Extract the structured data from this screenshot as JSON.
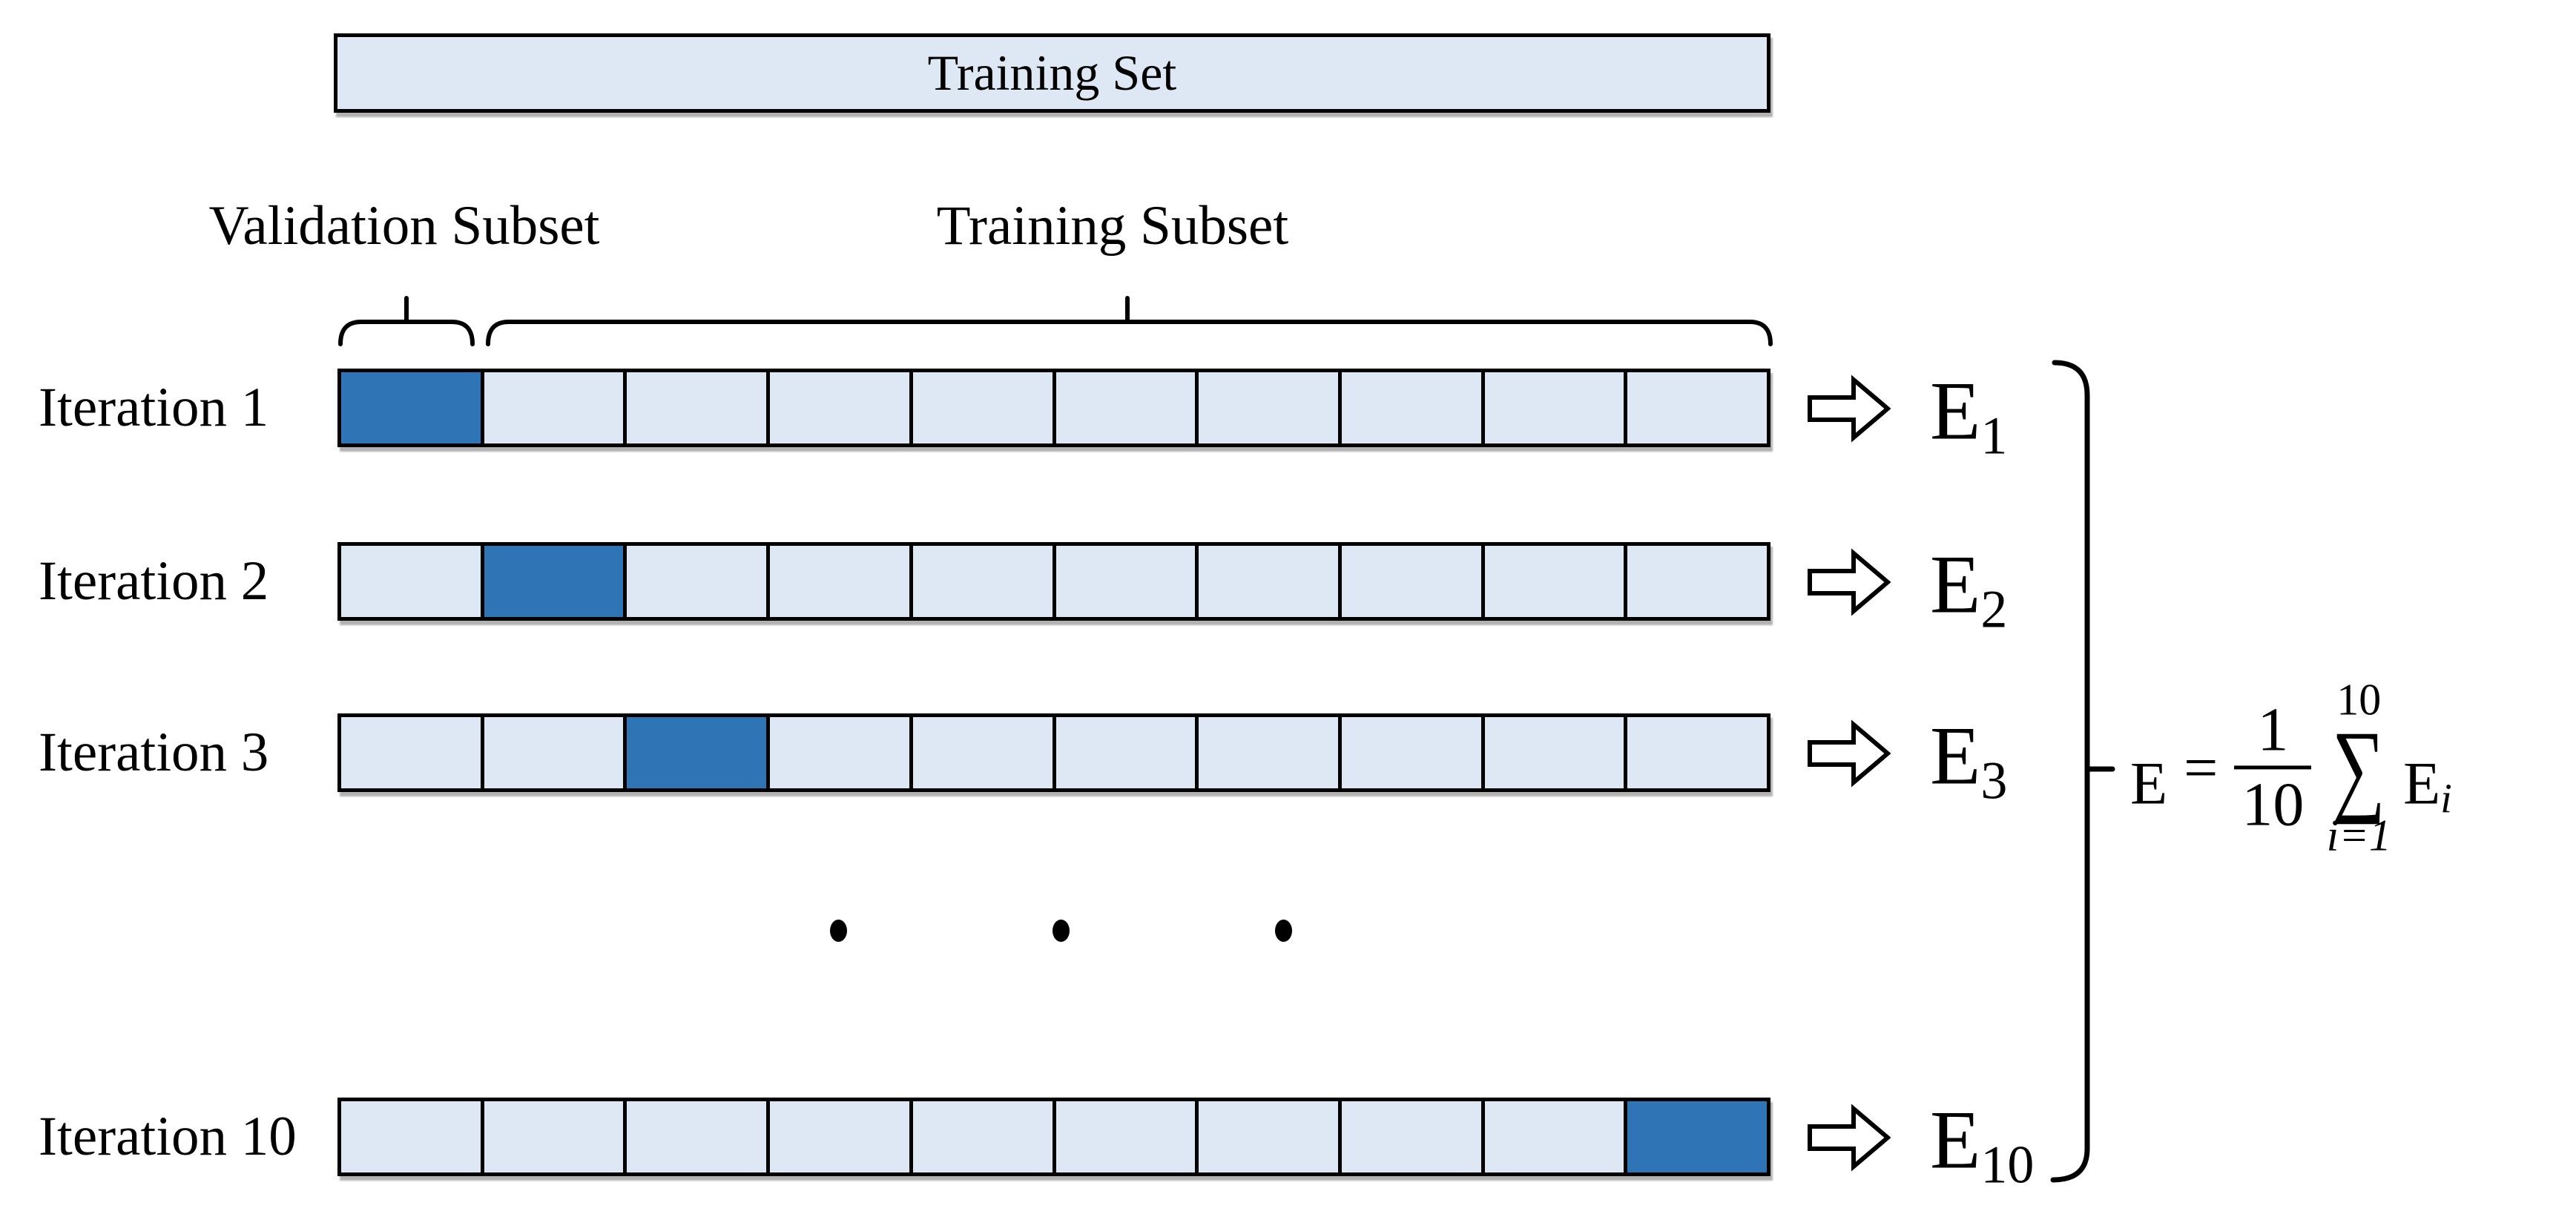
{
  "colors": {
    "cell_light": "#dee8f4",
    "cell_dark": "#2f74b5",
    "line": "#000000"
  },
  "training_set_label": "Training Set",
  "validation_subset_label": "Validation Subset",
  "training_subset_label": "Training Subset",
  "num_folds": 10,
  "iterations": [
    {
      "label": "Iteration 1",
      "highlighted_fold": 1,
      "error_base": "E",
      "error_sub": "1"
    },
    {
      "label": "Iteration 2",
      "highlighted_fold": 2,
      "error_base": "E",
      "error_sub": "2"
    },
    {
      "label": "Iteration 3",
      "highlighted_fold": 3,
      "error_base": "E",
      "error_sub": "3"
    },
    {
      "label": "Iteration 10",
      "highlighted_fold": 10,
      "error_base": "E",
      "error_sub": "10"
    }
  ],
  "ellipsis_dot_count": 3,
  "formula": {
    "lhs": "E",
    "equals": "=",
    "frac_num": "1",
    "frac_den": "10",
    "sum_symbol": "∑",
    "sum_upper": "10",
    "sum_lower": "i=1",
    "term_base": "E",
    "term_sub": "i"
  }
}
